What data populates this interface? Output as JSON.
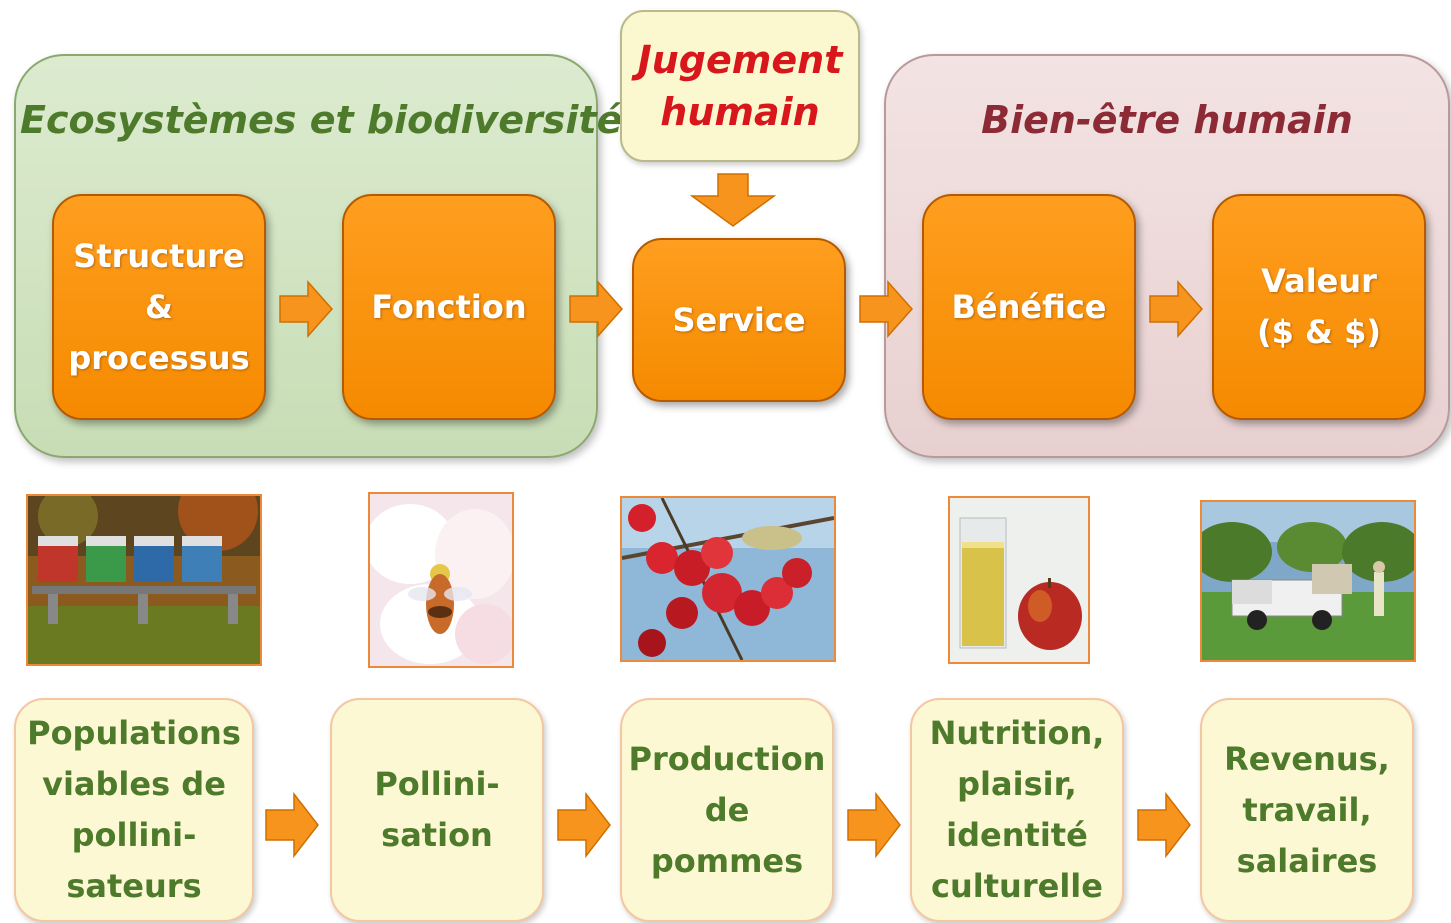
{
  "groups": {
    "ecosystems": "Ecosystèmes et biodiversité",
    "wellbeing": "Bien-être humain",
    "judgement": "Jugement\nhumain"
  },
  "chain": [
    {
      "label": "Structure\n&\nprocessus"
    },
    {
      "label": "Fonction"
    },
    {
      "label": "Service"
    },
    {
      "label": "Bénéfice"
    },
    {
      "label": "Valeur\n($ & $)"
    }
  ],
  "examples": [
    {
      "label": "Populations\nviables de\npollini-\nsateurs",
      "photo": "beehives-photo"
    },
    {
      "label": "Pollini-\nsation",
      "photo": "bee-on-flower-photo"
    },
    {
      "label": "Production\nde\npommes",
      "photo": "apple-branch-photo"
    },
    {
      "label": "Nutrition,\nplaisir,\nidentité\nculturelle",
      "photo": "cider-and-apple-photo"
    },
    {
      "label": "Revenus,\ntravail,\nsalaires",
      "photo": "orchard-truck-photo"
    }
  ],
  "colors": {
    "orange": "#f79400",
    "green_text": "#4e7a2b",
    "red_text": "#d8171c",
    "maroon_text": "#8c2b35",
    "green_bg": "#d3e5c4",
    "pink_bg": "#edd9d9",
    "cream_bg": "#fdf8d4"
  }
}
